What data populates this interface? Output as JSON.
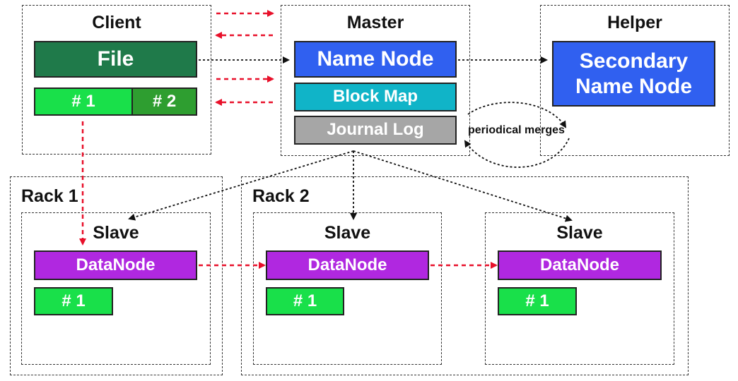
{
  "client": {
    "title": "Client",
    "file": "File",
    "block1": "# 1",
    "block2": "# 2"
  },
  "master": {
    "title": "Master",
    "name_node": "Name Node",
    "block_map": "Block Map",
    "journal_log": "Journal Log"
  },
  "helper": {
    "title": "Helper",
    "secondary_line1": "Secondary",
    "secondary_line2": "Name Node"
  },
  "note": "periodical merges",
  "racks": [
    {
      "title": "Rack 1"
    },
    {
      "title": "Rack 2"
    }
  ],
  "slaves": [
    {
      "title": "Slave",
      "datanode": "DataNode",
      "block": "# 1"
    },
    {
      "title": "Slave",
      "datanode": "DataNode",
      "block": "# 1"
    },
    {
      "title": "Slave",
      "datanode": "DataNode",
      "block": "# 1"
    }
  ],
  "colors": {
    "file": "#1f7a4a",
    "block1": "#19e04a",
    "block2": "#2e9e30",
    "name_node": "#3060f0",
    "block_map": "#10b4c8",
    "journal_log": "#a6a6a6",
    "datanode": "#b028e0",
    "slave_block": "#19e04a",
    "red_arrow": "#e8102a",
    "black_arrow": "#111111"
  }
}
